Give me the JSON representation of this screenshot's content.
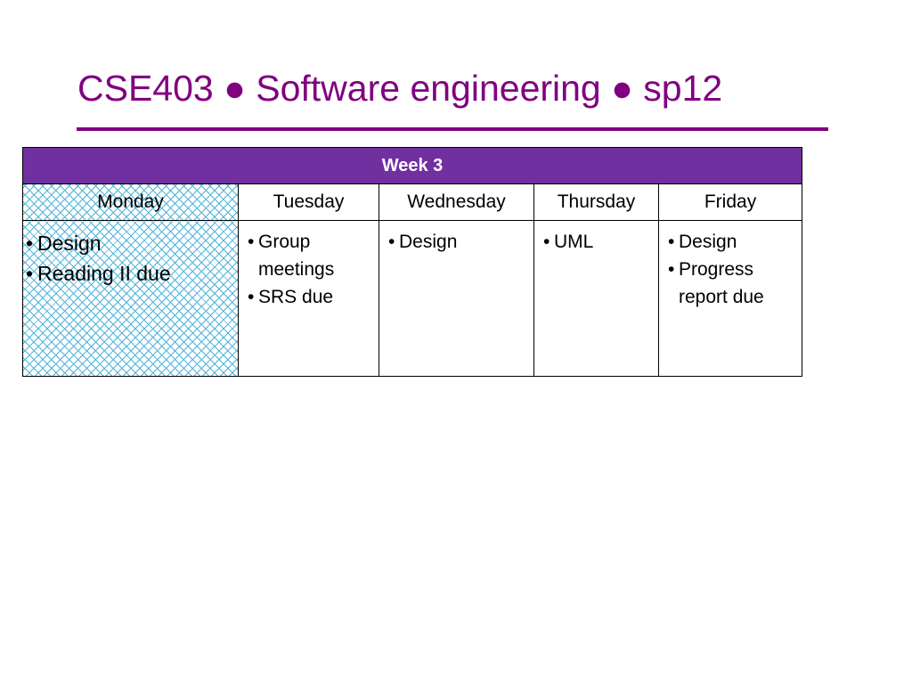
{
  "title": "CSE403 ● Software engineering ● sp12",
  "colors": {
    "title": "#800080",
    "header_band": "#7030a0",
    "hatch": "#4fb3d9"
  },
  "schedule": {
    "week_label": "Week 3",
    "days": [
      {
        "name": "Monday",
        "items": [
          "Design",
          "Reading II due"
        ]
      },
      {
        "name": "Tuesday",
        "items": [
          "Group meetings",
          "SRS due"
        ]
      },
      {
        "name": "Wednesday",
        "items": [
          "Design"
        ]
      },
      {
        "name": "Thursday",
        "items": [
          "UML"
        ]
      },
      {
        "name": "Friday",
        "items": [
          "Design",
          "Progress report due"
        ]
      }
    ]
  }
}
